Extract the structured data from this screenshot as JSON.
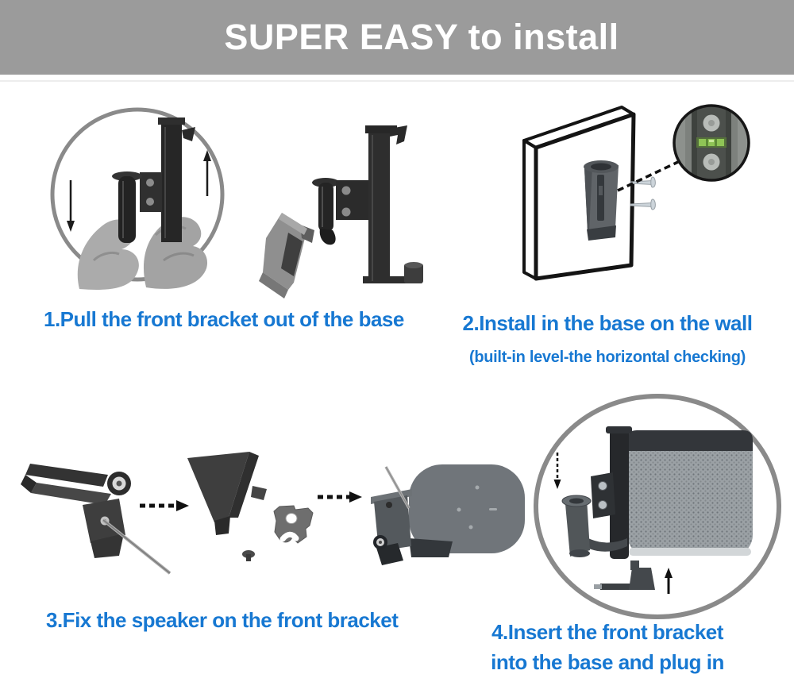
{
  "banner": {
    "title": "SUPER EASY to install"
  },
  "colors": {
    "banner_bg": "#9b9b9b",
    "banner_text": "#ffffff",
    "caption_blue": "#1778d2",
    "ring_gray": "#8a8a8a",
    "part_dark": "#2b2b2b",
    "level_green": "#8fc456",
    "screw_silver": "#ccd4da"
  },
  "steps": [
    {
      "caption": "1.Pull the front bracket out of the base",
      "alt": "hands pulling front bracket out of base; exploded bracket parts"
    },
    {
      "caption": "2.Install in the base on the wall",
      "subcaption": "(built-in level-the horizontal checking)",
      "alt": "base screwed to wall with two screws; zoom inset of built-in bubble level"
    },
    {
      "caption": "3.Fix the speaker on the front bracket",
      "alt": "front bracket with hex tool, clamp plate, speaker top view being fastened"
    },
    {
      "caption": "4.Insert the front bracket",
      "caption2": "into the base and plug in",
      "alt": "speaker on bracket sliding into wall base, power plug inserted from below"
    }
  ],
  "icons": {
    "down-arrow": "↓",
    "up-arrow": "↑",
    "dashed-arrow-right": "⇢",
    "dashed-arrow-down": "⇣"
  }
}
